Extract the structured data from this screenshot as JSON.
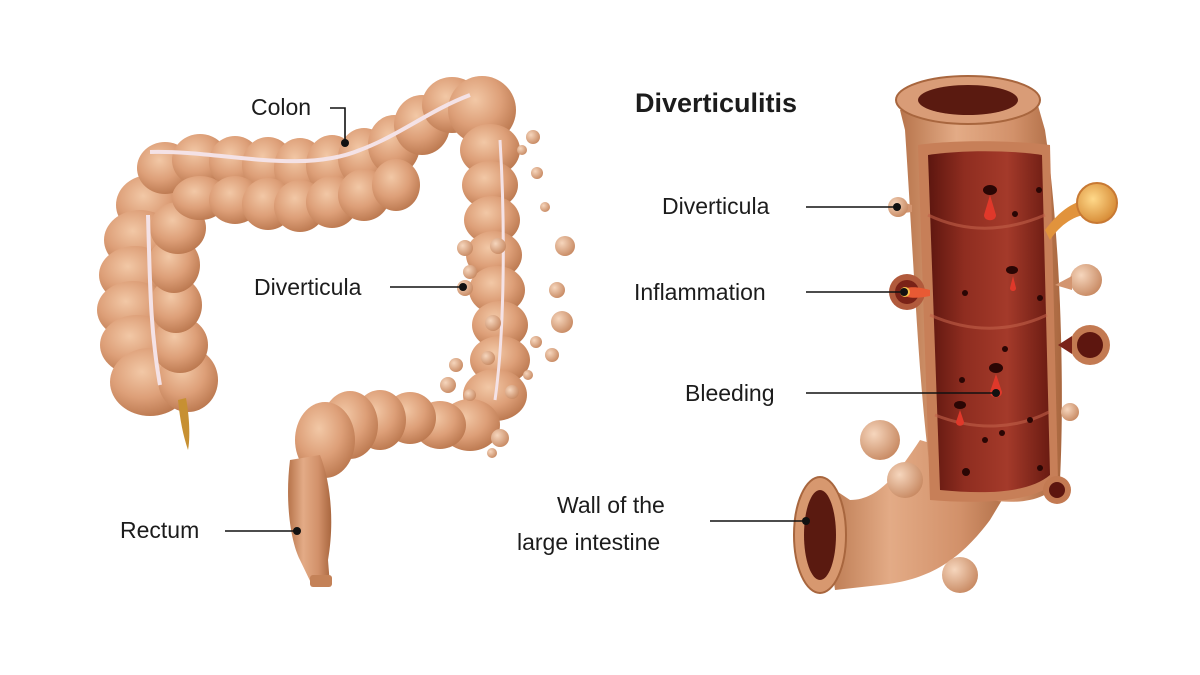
{
  "title": "Diverticulitis",
  "left_diagram": {
    "labels": {
      "colon": "Colon",
      "diverticula": "Diverticula",
      "rectum": "Rectum"
    }
  },
  "right_diagram": {
    "labels": {
      "diverticula": "Diverticula",
      "inflammation": "Inflammation",
      "bleeding": "Bleeding",
      "wall_line1": "Wall of the",
      "wall_line2": "large intestine"
    }
  },
  "colors": {
    "tissue": "#dda07b",
    "tissue_dark": "#b8764f",
    "tissue_light": "#f1c4a4",
    "interior": "#8c2a1f",
    "interior_dark": "#5e1610",
    "inflamed": "#e8a33a",
    "blood": "#e0382a",
    "band": "#f4e2e6"
  }
}
